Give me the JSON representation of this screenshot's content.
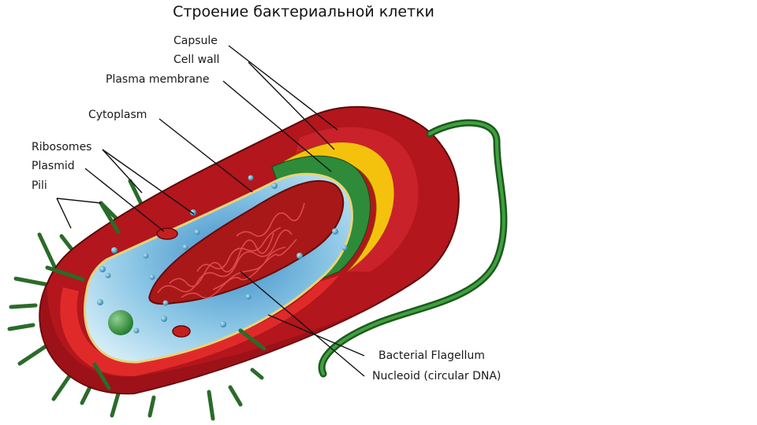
{
  "title": "Строение бактериальной клетки",
  "labels": {
    "capsule": "Capsule",
    "cell_wall": "Cell wall",
    "plasma_membrane": "Plasma membrane",
    "cytoplasm": "Cytoplasm",
    "ribosomes": "Ribosomes",
    "plasmid": "Plasmid",
    "pili": "Pili",
    "flagellum": "Bacterial Flagellum",
    "nucleoid": "Nucleoid (circular DNA)"
  },
  "colors": {
    "capsule": "#b3161c",
    "cell_wall": "#f4c20d",
    "membrane": "#2e8b3a",
    "cytoplasm": "#bfe3f2",
    "dna": "#c42020",
    "pili": "#2a6b2a",
    "flagellum": "#2f7f2f"
  }
}
